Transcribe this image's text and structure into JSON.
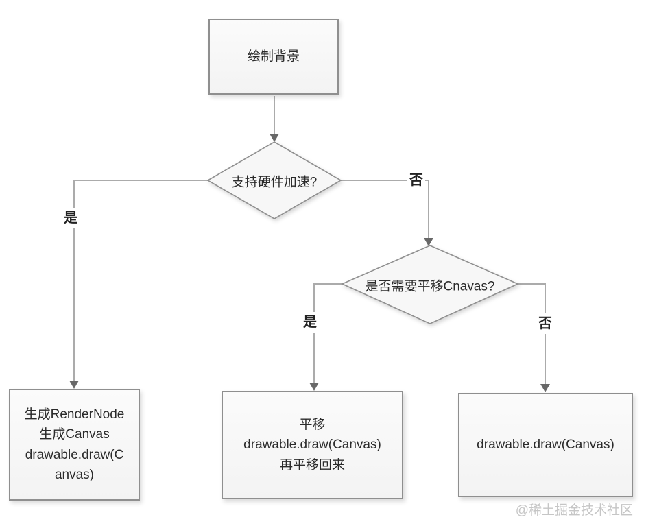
{
  "diagram": {
    "title": "drawable draw flowchart",
    "nodes": {
      "start": {
        "type": "process",
        "label": "绘制背景"
      },
      "decision_hw": {
        "type": "decision",
        "label": "支持硬件加速?"
      },
      "decision_translate": {
        "type": "decision",
        "label": "是否需要平移Cnavas?"
      },
      "render_node": {
        "type": "process",
        "label": "生成RenderNode\n生成Canvas\ndrawable.draw(C\nanvas)"
      },
      "translate_draw": {
        "type": "process",
        "label": "平移\ndrawable.draw(Canvas)\n再平移回来"
      },
      "direct_draw": {
        "type": "process",
        "label": "drawable.draw(Canvas)"
      }
    },
    "edges": {
      "hw_yes": {
        "label": "是",
        "from": "decision_hw",
        "to": "render_node"
      },
      "hw_no": {
        "label": "否",
        "from": "decision_hw",
        "to": "decision_translate"
      },
      "translate_yes": {
        "label": "是",
        "from": "decision_translate",
        "to": "translate_draw"
      },
      "translate_no": {
        "label": "否",
        "from": "decision_translate",
        "to": "direct_draw"
      }
    }
  },
  "watermark": {
    "text": "@稀土掘金技术社区"
  },
  "colors": {
    "background": "#ffffff",
    "node_fill": "#f7f7f7",
    "node_border": "#8f8f8f",
    "connector": "#ababab",
    "arrowhead": "#686868",
    "text": "#2b2b2b",
    "watermark": "#c6c6c6"
  }
}
